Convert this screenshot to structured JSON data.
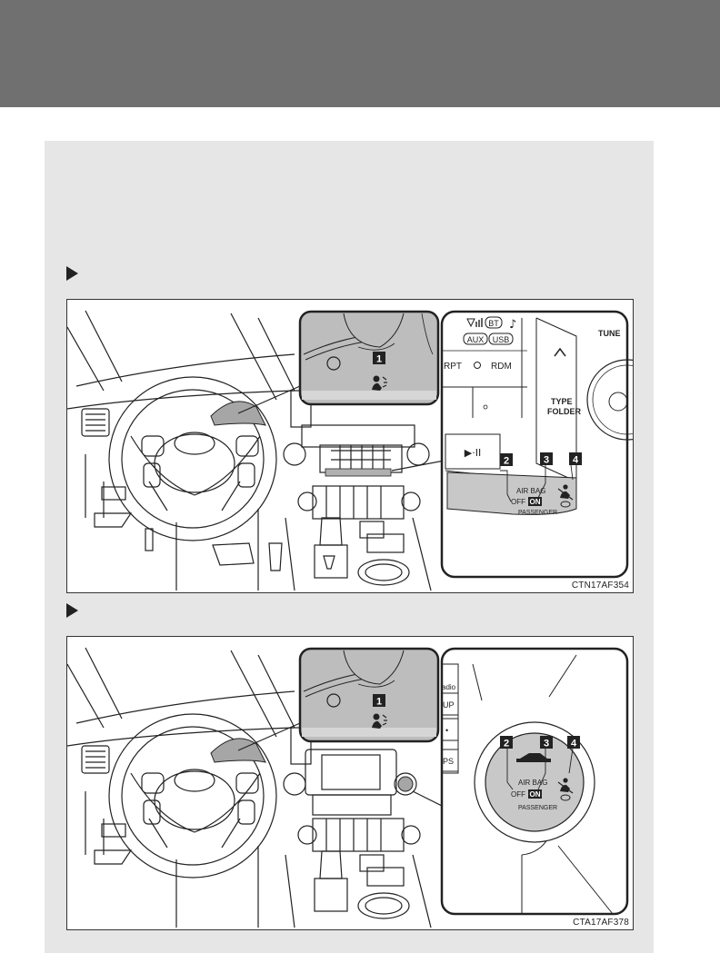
{
  "figure1": {
    "code": "CTN17AF354",
    "indicator_number": "1",
    "callouts": [
      "2",
      "3",
      "4"
    ],
    "audio_labels": {
      "bt": "BT",
      "aux": "AUX",
      "usb": "USB",
      "rpt": "RPT",
      "rdm": "RDM",
      "type": "TYPE",
      "folder": "FOLDER",
      "tune": "TUNE",
      "play_pause": "▶·II"
    },
    "switch_labels": {
      "air_bag": "AIR BAG",
      "off": "OFF",
      "on": "ON",
      "passenger": "PASSENGER"
    }
  },
  "figure2": {
    "code": "CTA17AF378",
    "indicator_number": "1",
    "callouts": [
      "2",
      "3",
      "4"
    ],
    "side_button_labels": [
      "adio",
      "UP",
      "•",
      "PS"
    ],
    "switch_labels": {
      "air_bag": "AIR BAG",
      "off": "OFF",
      "on": "ON",
      "passenger": "PASSENGER"
    }
  }
}
